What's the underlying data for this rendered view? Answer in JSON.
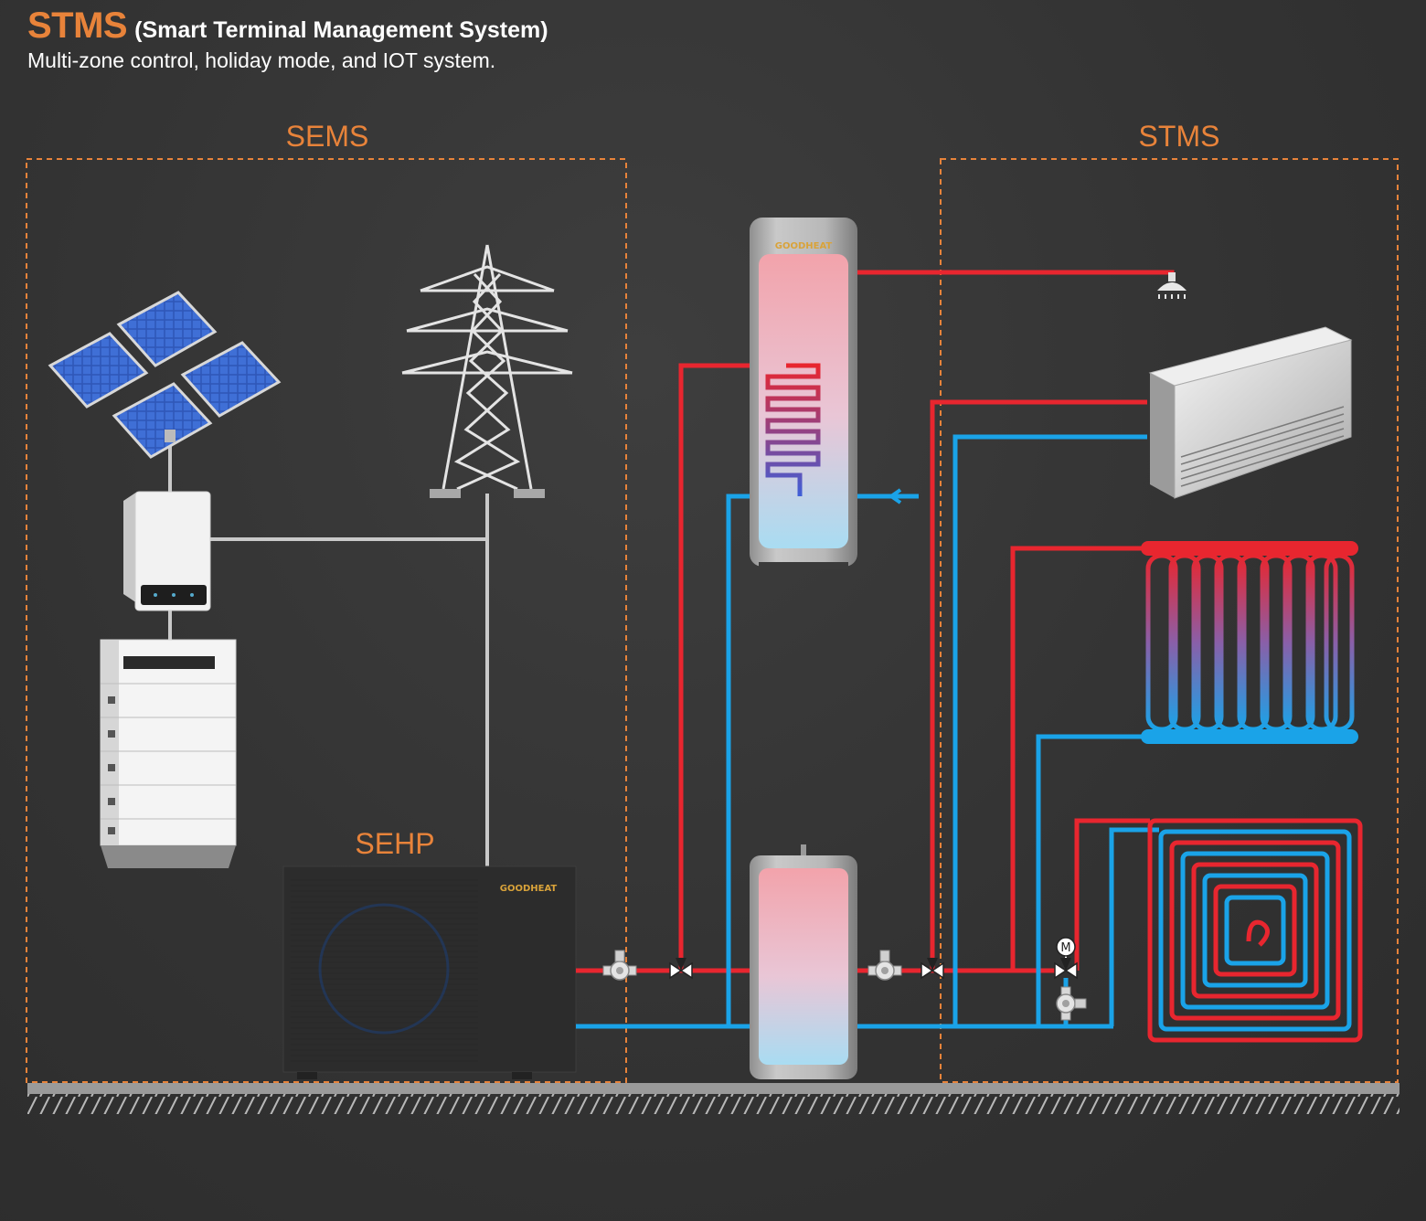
{
  "header": {
    "title": "STMS",
    "subtitle": "(Smart Terminal Management System)",
    "tagline": "Multi-zone control, holiday mode, and IOT system."
  },
  "zones": {
    "sems": "SEMS",
    "stms": "STMS",
    "sehp": "SEHP"
  },
  "brand": "GOODHEAT",
  "valve_motor_label": "M",
  "colors": {
    "accent": "#e8833a",
    "hot_pipe": "#e8262f",
    "cold_pipe": "#1aa3e8",
    "power_line": "#c9c9c9",
    "background": "#333333"
  }
}
